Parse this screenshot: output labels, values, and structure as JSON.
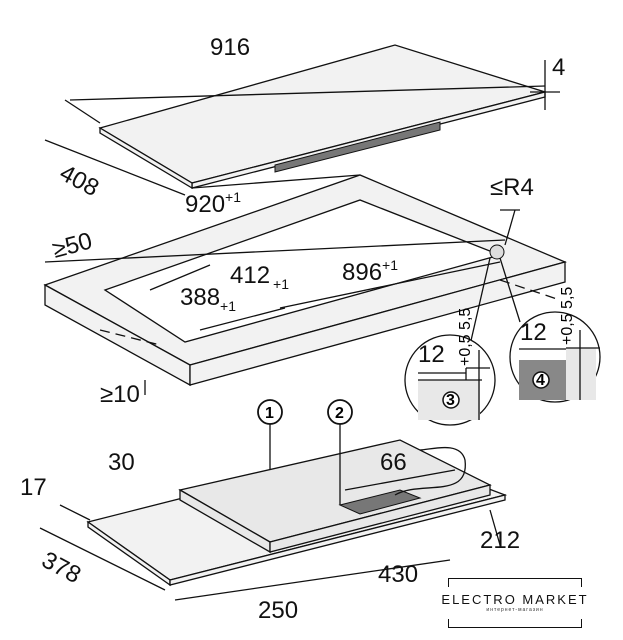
{
  "top_hob": {
    "width": "916",
    "thickness": "4",
    "depth": "408",
    "depth2": "920",
    "depth2_tol": "+1"
  },
  "cutout": {
    "radius": "≤R4",
    "min_edge": "≥50",
    "inner_depth": "412",
    "inner_depth_tol": "+1",
    "width": "896",
    "width_tol": "+1",
    "depth": "388",
    "depth_tol": "+1",
    "worktop_min": "≥10"
  },
  "detail_3": {
    "number": "3",
    "width": "12",
    "depth": "5,5",
    "depth_tol": "+0,5"
  },
  "detail_4": {
    "number": "4",
    "width": "12",
    "depth": "5,5",
    "depth_tol": "+0,5"
  },
  "bottom_hob": {
    "callout_1": "1",
    "callout_2": "2",
    "height_raised": "30",
    "box": "66",
    "height": "17",
    "depth": "378",
    "front_left": "250",
    "front_mid": "430",
    "right": "212"
  },
  "logo": {
    "title": "ELECTRO MARKET",
    "subtitle": "интернет-магазин"
  },
  "colors": {
    "line": "#111111",
    "fill": "#f2f2f2",
    "dark": "#777777"
  }
}
